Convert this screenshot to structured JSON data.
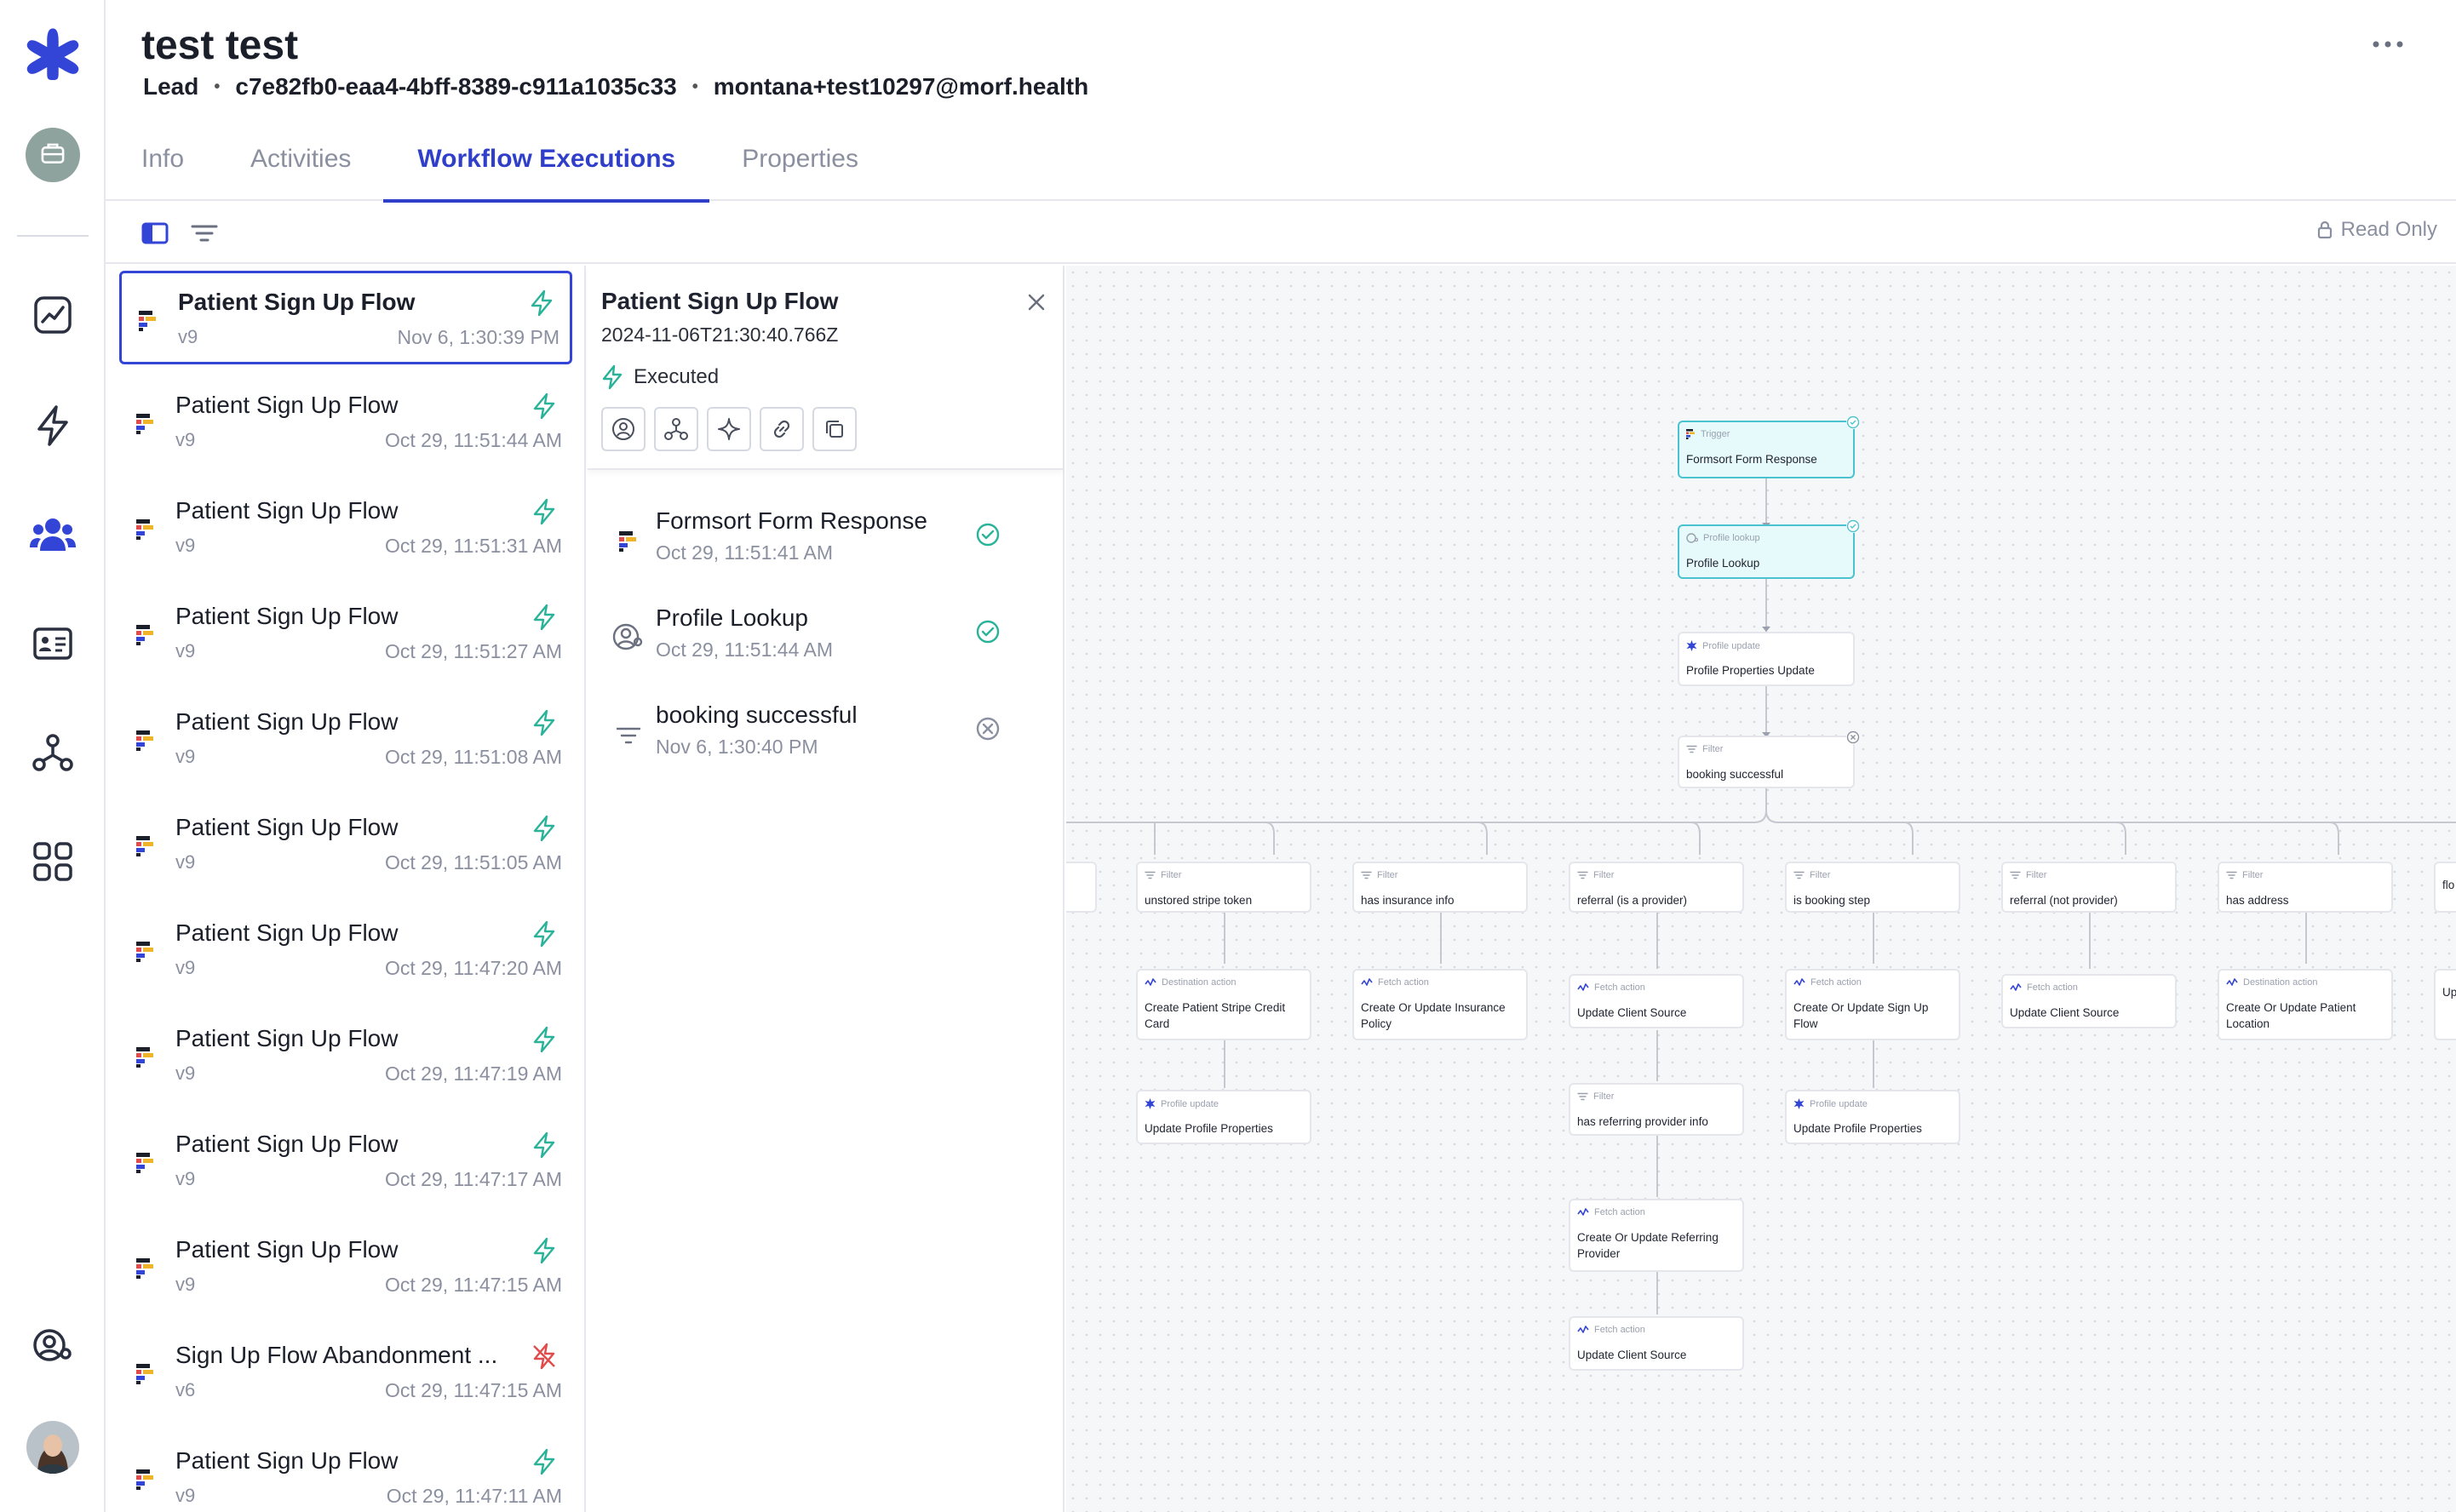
{
  "profile": {
    "name": "test test",
    "type": "Lead",
    "id": "c7e82fb0-eaa4-4bff-8389-c911a1035c33",
    "email": "montana+test10297@morf.health"
  },
  "tabs": [
    {
      "label": "Info"
    },
    {
      "label": "Activities"
    },
    {
      "label": "Workflow Executions"
    },
    {
      "label": "Properties"
    }
  ],
  "toolbar": {
    "read_only_label": "Read Only"
  },
  "executions": [
    {
      "name": "Patient Sign Up Flow",
      "version": "v9",
      "date": "Nov 6, 1:30:39 PM",
      "status": "executed"
    },
    {
      "name": "Patient Sign Up Flow",
      "version": "v9",
      "date": "Oct 29, 11:51:44 AM",
      "status": "executed"
    },
    {
      "name": "Patient Sign Up Flow",
      "version": "v9",
      "date": "Oct 29, 11:51:31 AM",
      "status": "executed"
    },
    {
      "name": "Patient Sign Up Flow",
      "version": "v9",
      "date": "Oct 29, 11:51:27 AM",
      "status": "executed"
    },
    {
      "name": "Patient Sign Up Flow",
      "version": "v9",
      "date": "Oct 29, 11:51:08 AM",
      "status": "executed"
    },
    {
      "name": "Patient Sign Up Flow",
      "version": "v9",
      "date": "Oct 29, 11:51:05 AM",
      "status": "executed"
    },
    {
      "name": "Patient Sign Up Flow",
      "version": "v9",
      "date": "Oct 29, 11:47:20 AM",
      "status": "executed"
    },
    {
      "name": "Patient Sign Up Flow",
      "version": "v9",
      "date": "Oct 29, 11:47:19 AM",
      "status": "executed"
    },
    {
      "name": "Patient Sign Up Flow",
      "version": "v9",
      "date": "Oct 29, 11:47:17 AM",
      "status": "executed"
    },
    {
      "name": "Patient Sign Up Flow",
      "version": "v9",
      "date": "Oct 29, 11:47:15 AM",
      "status": "executed"
    },
    {
      "name": "Sign Up Flow Abandonment ...",
      "version": "v6",
      "date": "Oct 29, 11:47:15 AM",
      "status": "terminated"
    },
    {
      "name": "Patient Sign Up Flow",
      "version": "v9",
      "date": "Oct 29, 11:47:11 AM",
      "status": "executed"
    }
  ],
  "detail": {
    "title": "Patient Sign Up Flow",
    "timestamp": "2024-11-06T21:30:40.766Z",
    "status": "Executed",
    "steps": [
      {
        "name": "Formsort Form Response",
        "date": "Oct 29, 11:51:41 AM",
        "result": "success",
        "icon": "formsort-logo-icon"
      },
      {
        "name": "Profile Lookup",
        "date": "Oct 29, 11:51:44 AM",
        "result": "success",
        "icon": "profile-lookup-icon"
      },
      {
        "name": "booking successful",
        "date": "Nov 6, 1:30:40 PM",
        "result": "skipped",
        "icon": "filter-icon"
      }
    ]
  },
  "graph": {
    "trigger": {
      "type": "Trigger",
      "label": "Formsort Form Response"
    },
    "lookup": {
      "type": "Profile lookup",
      "label": "Profile Lookup"
    },
    "update": {
      "type": "Profile update",
      "label": "Profile Properties Update"
    },
    "filter": {
      "type": "Filter",
      "label": "booking successful"
    },
    "branches": [
      {
        "filter": "unstored stripe token",
        "action_type": "Destination action",
        "action": "Create Patient Stripe Credit Card",
        "next_type": "Profile update",
        "next": "Update Profile Properties"
      },
      {
        "filter": "has insurance info",
        "action_type": "Fetch action",
        "action": "Create Or Update Insurance Policy"
      },
      {
        "filter": "referral (is a provider)",
        "action_type": "Fetch action",
        "action": "Update Client Source",
        "next_type": "Filter",
        "next": "has referring provider info",
        "next2_type": "Fetch action",
        "next2": "Create Or Update Referring Provider",
        "next3_type": "Fetch action",
        "next3": "Update Client Source"
      },
      {
        "filter": "is booking step",
        "action_type": "Fetch action",
        "action": "Create Or Update Sign Up Flow",
        "next_type": "Profile update",
        "next": "Update Profile Properties"
      },
      {
        "filter": "referral (not provider)",
        "action_type": "Fetch action",
        "action": "Update Client Source"
      },
      {
        "filter": "has address",
        "action_type": "Destination action",
        "action": "Create Or Update Patient Location"
      },
      {
        "filter": "flo",
        "action": "Up at"
      }
    ]
  },
  "colors": {
    "accent": "#2f3fc9",
    "success": "#2bb39a",
    "danger": "#e24b4b",
    "canvas": "#f6f7f9"
  }
}
